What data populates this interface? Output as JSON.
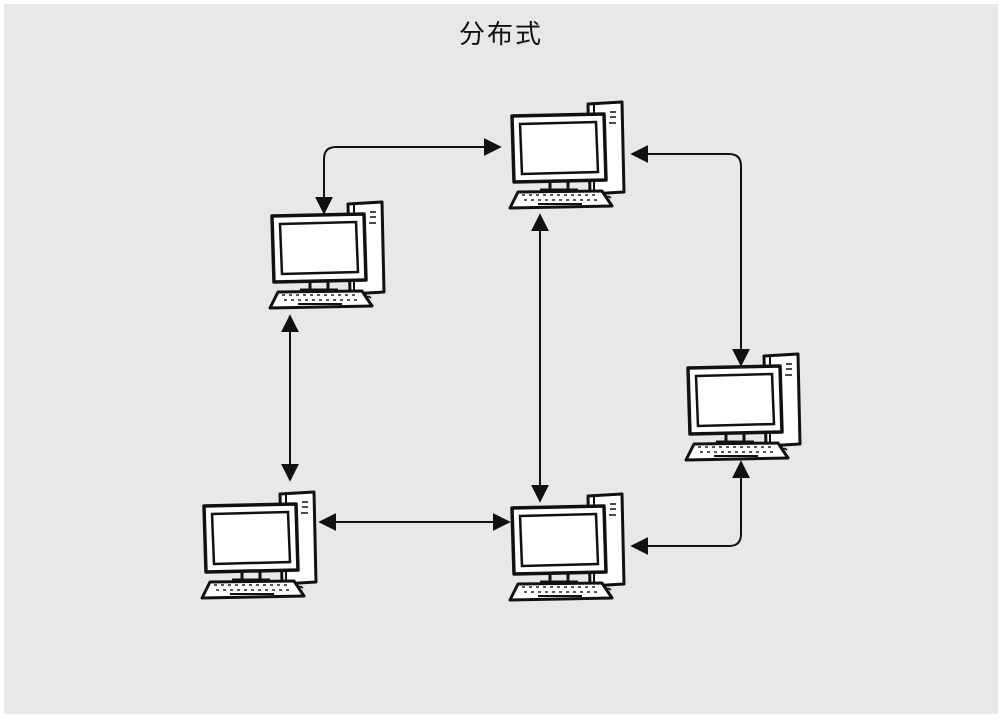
{
  "title": "分布式",
  "nodes": [
    {
      "id": "top",
      "icon": "desktop-computer-icon"
    },
    {
      "id": "left",
      "icon": "desktop-computer-icon"
    },
    {
      "id": "right",
      "icon": "desktop-computer-icon"
    },
    {
      "id": "bottom-left",
      "icon": "desktop-computer-icon"
    },
    {
      "id": "bottom-center",
      "icon": "desktop-computer-icon"
    }
  ],
  "edges": [
    {
      "from": "left",
      "to": "top",
      "direction": "bidirectional"
    },
    {
      "from": "top",
      "to": "right",
      "direction": "bidirectional"
    },
    {
      "from": "top",
      "to": "bottom-center",
      "direction": "bidirectional"
    },
    {
      "from": "left",
      "to": "bottom-left",
      "direction": "bidirectional"
    },
    {
      "from": "bottom-left",
      "to": "bottom-center",
      "direction": "bidirectional"
    },
    {
      "from": "bottom-center",
      "to": "right",
      "direction": "bidirectional"
    }
  ],
  "colors": {
    "background": "#e8e8e8",
    "stroke": "#111111",
    "screen": "#ffffff"
  }
}
